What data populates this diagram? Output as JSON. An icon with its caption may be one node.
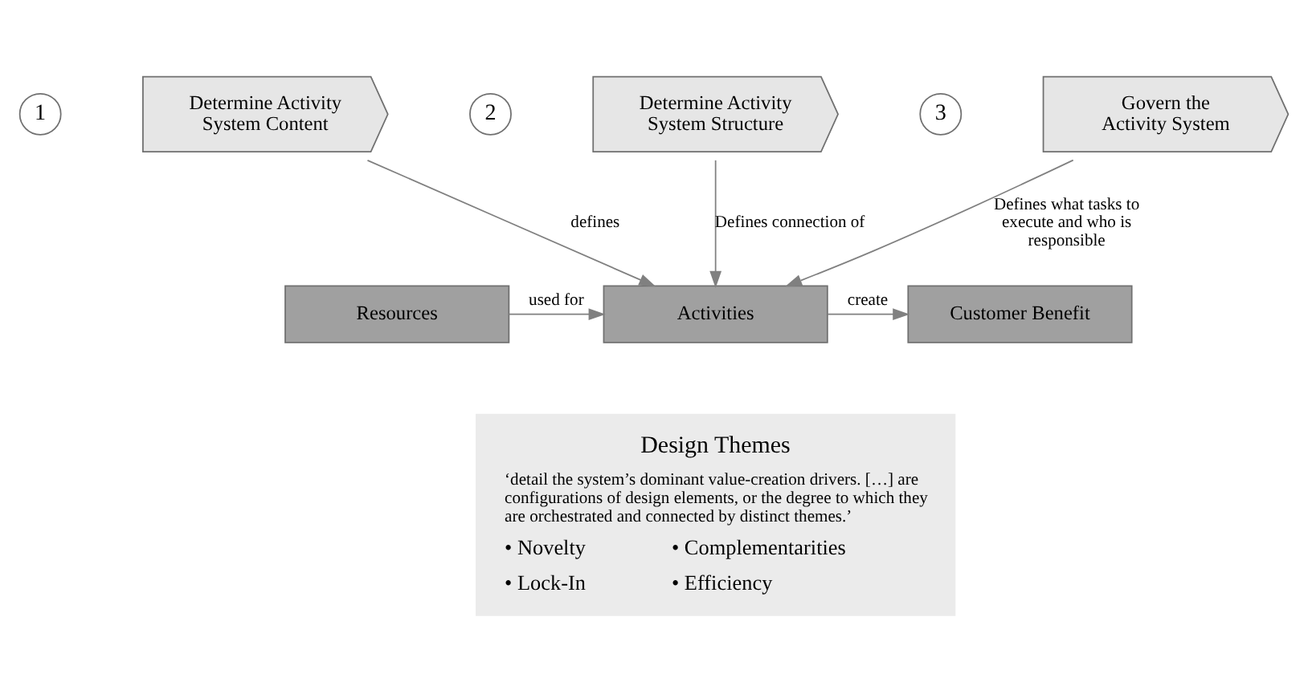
{
  "diagram": {
    "nodes": [
      {
        "text": [
          "1"
        ]
      },
      {
        "text": [
          "Determine Activity System Content"
        ]
      },
      {
        "text": [
          "2"
        ]
      },
      {
        "text": [
          "Determine Activity System Structure"
        ]
      },
      {
        "text": [
          "3"
        ]
      },
      {
        "text": [
          "Govern the Activity System"
        ]
      },
      {
        "text": [
          "Resources"
        ]
      },
      {
        "text": [
          "Activities"
        ]
      },
      {
        "text": [
          "Customer Benefit"
        ]
      },
      {
        "text": [
          "Design Themes",
          "‘detail the system’s dominant value-creation drivers. […] are configurations of design elements, or the degree to which they are orchestrated and connected by distinct themes.’",
          "• Novelty",
          "• Complementarities",
          "• Lock-In",
          "• Efficiency"
        ]
      }
    ],
    "edges": [
      {
        "from": 1,
        "to": 7,
        "arrow": "to",
        "label": "defines"
      },
      {
        "from": 3,
        "to": 7,
        "arrow": "to",
        "label": "Defines connection of"
      },
      {
        "from": 5,
        "to": 7,
        "arrow": "to",
        "label": "Defines what tasks to execute and who is responsible"
      },
      {
        "from": 6,
        "to": 7,
        "arrow": "to",
        "label": "used for"
      },
      {
        "from": 7,
        "to": 8,
        "arrow": "to",
        "label": "create"
      }
    ]
  }
}
